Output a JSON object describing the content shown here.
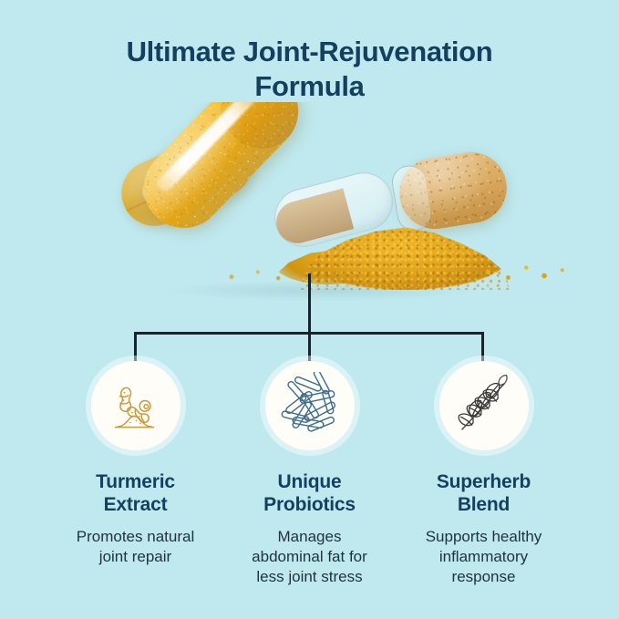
{
  "theme": {
    "background_color": "#bfe9ef",
    "title_color": "#153f5f",
    "body_text_color": "#22333c",
    "connector_color": "#16242c",
    "badge_color": "#fffdf7",
    "turmeric_icon_color": "#c79a3a",
    "probiotics_icon_color": "#3d6e8e",
    "superherb_icon_color": "#3a3a3a",
    "capsule_gold": "#f0b521",
    "powder_gold": "#e2a318"
  },
  "header": {
    "title_line_1": "Ultimate Joint-Rejuvenation",
    "title_line_2": "Formula"
  },
  "hero": {
    "alt": "Golden turmeric capsules with spilled powder",
    "elements": [
      "front-capsule",
      "back-capsule",
      "empty-capsule-shell",
      "open-capsule",
      "spilled-turmeric-powder"
    ]
  },
  "features": [
    {
      "icon": "turmeric-root-icon",
      "title_line_1": "Turmeric",
      "title_line_2": "Extract",
      "desc_line_1": "Promotes natural",
      "desc_line_2": "joint repair",
      "desc_line_3": ""
    },
    {
      "icon": "probiotic-bacteria-icon",
      "title_line_1": "Unique",
      "title_line_2": "Probiotics",
      "desc_line_1": "Manages",
      "desc_line_2": "abdominal fat for",
      "desc_line_3": "less joint stress"
    },
    {
      "icon": "herb-leaf-branch-icon",
      "title_line_1": "Superherb",
      "title_line_2": "Blend",
      "desc_line_1": "Supports healthy",
      "desc_line_2": "inflammatory",
      "desc_line_3": "response"
    }
  ]
}
